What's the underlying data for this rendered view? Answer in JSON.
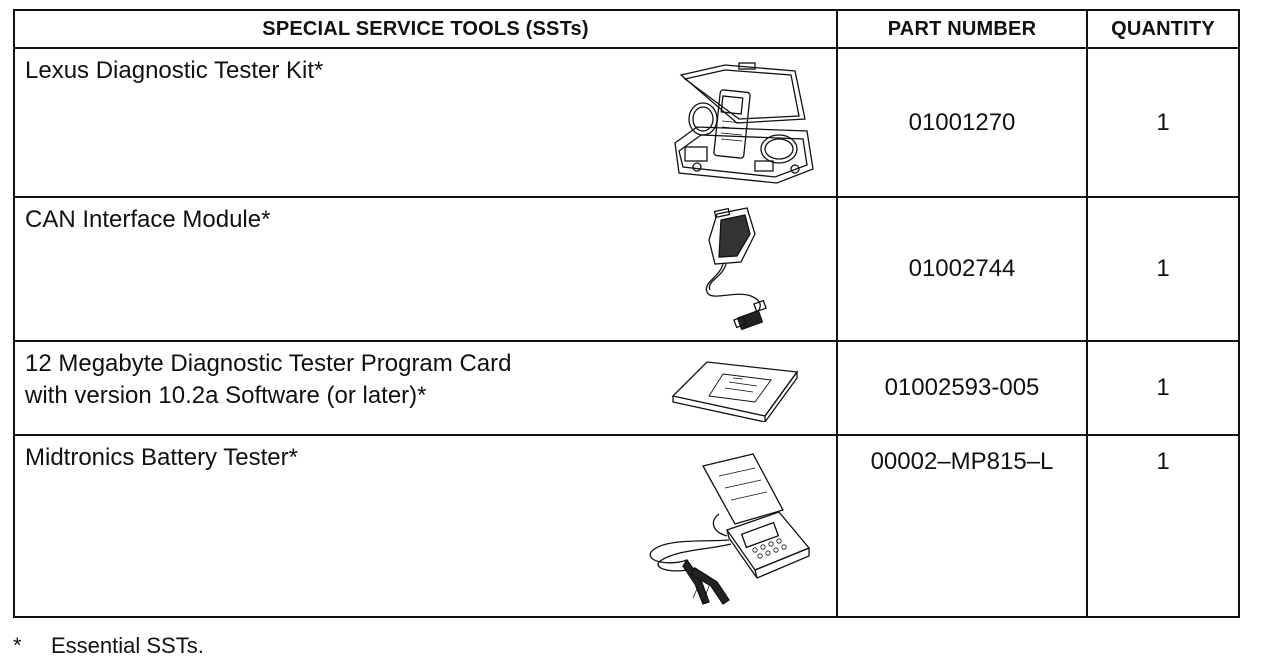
{
  "table": {
    "headers": {
      "tool": "SPECIAL SERVICE TOOLS (SSTs)",
      "part_number": "PART NUMBER",
      "quantity": "QUANTITY"
    },
    "rows": [
      {
        "tool_line1": "Lexus Diagnostic Tester Kit*",
        "tool_line2": "",
        "part_number": "01001270",
        "quantity": "1",
        "illustration": "diagnostic-tester-kit-case"
      },
      {
        "tool_line1": "CAN Interface Module*",
        "tool_line2": "",
        "part_number": "01002744",
        "quantity": "1",
        "illustration": "can-interface-module-cable"
      },
      {
        "tool_line1": "12 Megabyte Diagnostic Tester Program Card",
        "tool_line2": "with version 10.2a Software (or later)*",
        "part_number": "01002593-005",
        "quantity": "1",
        "illustration": "program-card"
      },
      {
        "tool_line1": "Midtronics Battery Tester*",
        "tool_line2": "",
        "part_number": "00002–MP815–L",
        "quantity": "1",
        "illustration": "battery-tester-with-clamps"
      }
    ]
  },
  "footnote": {
    "mark": "*",
    "text": "Essential SSTs."
  }
}
